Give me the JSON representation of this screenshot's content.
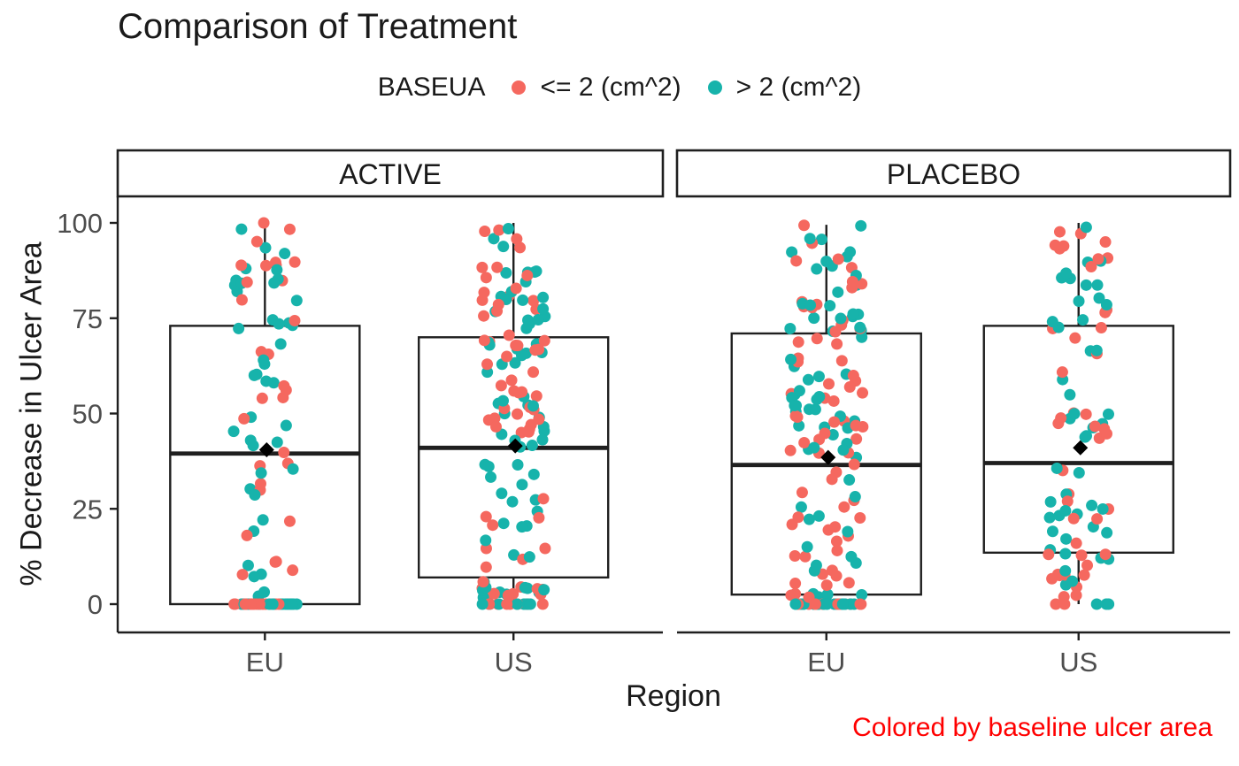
{
  "chart_data": {
    "type": "boxplot_jitter",
    "title": "Comparison of Treatment",
    "xlabel": "Region",
    "ylabel": "% Decrease in Ulcer Area",
    "caption": "Colored by baseline ulcer area",
    "caption_color": "#FF0000",
    "legend_title": "BASEUA",
    "legend_items": [
      {
        "label": "<= 2 (cm^2)",
        "color": "#F5685F"
      },
      {
        "label": "> 2 (cm^2)",
        "color": "#17B3AB"
      }
    ],
    "facets": [
      "ACTIVE",
      "PLACEBO"
    ],
    "categories": [
      "EU",
      "US"
    ],
    "yticks": [
      0,
      25,
      50,
      75,
      100
    ],
    "ylim": [
      -7,
      107
    ],
    "grid": false,
    "legend_position": "top",
    "groups": [
      {
        "facet": "ACTIVE",
        "region": "EU",
        "q1": 0,
        "median": 39.5,
        "q3": 73,
        "whisker_low": 0,
        "whisker_high": 100,
        "mean": 40.5,
        "n_points": 115,
        "red_fraction": 0.48,
        "spread": 1.0
      },
      {
        "facet": "ACTIVE",
        "region": "US",
        "q1": 7,
        "median": 41,
        "q3": 70,
        "whisker_low": 0,
        "whisker_high": 100,
        "mean": 41.5,
        "n_points": 150,
        "red_fraction": 0.5,
        "spread": 1.0
      },
      {
        "facet": "PLACEBO",
        "region": "EU",
        "q1": 2.5,
        "median": 36.5,
        "q3": 71,
        "whisker_low": 0,
        "whisker_high": 99.5,
        "mean": 38.5,
        "n_points": 170,
        "red_fraction": 0.55,
        "spread": 1.15
      },
      {
        "facet": "PLACEBO",
        "region": "US",
        "q1": 13.5,
        "median": 37,
        "q3": 73,
        "whisker_low": 0,
        "whisker_high": 100,
        "mean": 41,
        "n_points": 95,
        "red_fraction": 0.5,
        "spread": 0.95
      }
    ],
    "colors": {
      "axis": "#1f1f1f",
      "box_stroke": "#1f1f1f",
      "tick_label": "#4d4d4d",
      "strip_fill": "#ffffff",
      "strip_stroke": "#1f1f1f",
      "mean_marker": "#000000"
    }
  }
}
